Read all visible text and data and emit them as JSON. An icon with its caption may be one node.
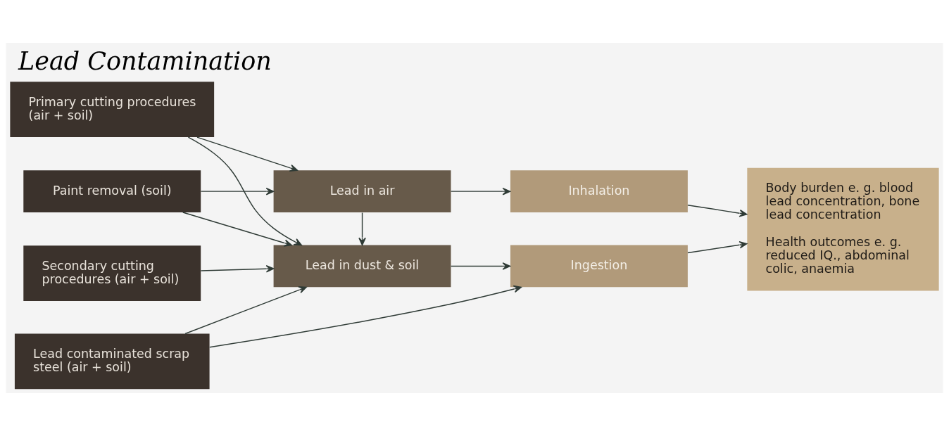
{
  "diagram": {
    "title": "Lead Contamination",
    "nodes": [
      {
        "text": [
          "Primary cutting procedures (air + soil)"
        ]
      },
      {
        "text": [
          "Paint removal (soil)"
        ]
      },
      {
        "text": [
          "Secondary cutting procedures (air + soil)"
        ]
      },
      {
        "text": [
          "Lead contaminated scrap steel (air + soil)"
        ]
      },
      {
        "text": [
          "Lead in air"
        ]
      },
      {
        "text": [
          "Lead in dust & soil"
        ]
      },
      {
        "text": [
          "Inhalation"
        ]
      },
      {
        "text": [
          "Ingestion"
        ]
      },
      {
        "text": [
          "Body burden e. g. blood lead concentration, bone lead concentration",
          "Health outcomes e. g. reduced IQ., abdominal colic, anaemia"
        ]
      }
    ],
    "edges": [
      {
        "from": 0,
        "to": 4,
        "arrow": "to"
      },
      {
        "from": 0,
        "to": 5,
        "arrow": "to"
      },
      {
        "from": 1,
        "to": 4,
        "arrow": "to"
      },
      {
        "from": 1,
        "to": 5,
        "arrow": "to"
      },
      {
        "from": 2,
        "to": 5,
        "arrow": "to"
      },
      {
        "from": 4,
        "to": 5,
        "arrow": "to"
      },
      {
        "from": 3,
        "to": 5,
        "arrow": "to"
      },
      {
        "from": 3,
        "to": 7,
        "arrow": "to"
      },
      {
        "from": 4,
        "to": 6,
        "arrow": "to"
      },
      {
        "from": 5,
        "to": 7,
        "arrow": "to"
      },
      {
        "from": 6,
        "to": 8,
        "arrow": "to"
      },
      {
        "from": 7,
        "to": 8,
        "arrow": "to"
      }
    ]
  }
}
